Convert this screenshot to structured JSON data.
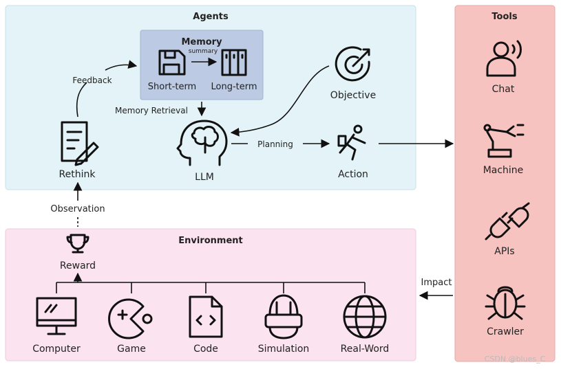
{
  "agents": {
    "title": "Agents",
    "memory": {
      "title": "Memory",
      "summary_label": "summary",
      "short_term": "Short-term",
      "long_term": "Long-term"
    },
    "feedback": "Feedback",
    "memory_retrieval": "Memory Retrieval",
    "rethink": "Rethink",
    "llm": "LLM",
    "planning": "Planning",
    "objective": "Objective",
    "action": "Action"
  },
  "observation": "Observation",
  "environment": {
    "title": "Environment",
    "reward": "Reward",
    "items": [
      "Computer",
      "Game",
      "Code",
      "Simulation",
      "Real-Word"
    ]
  },
  "tools": {
    "title": "Tools",
    "items": [
      "Chat",
      "Machine",
      "APIs",
      "Crawler"
    ]
  },
  "impact": "Impact",
  "watermark": "CSDN @blues_C",
  "colors": {
    "agents_bg": "#e3f3f7",
    "memory_bg": "#bccbe3",
    "environment_bg": "#fbe3ef",
    "tools_bg": "#f7c3c1"
  }
}
